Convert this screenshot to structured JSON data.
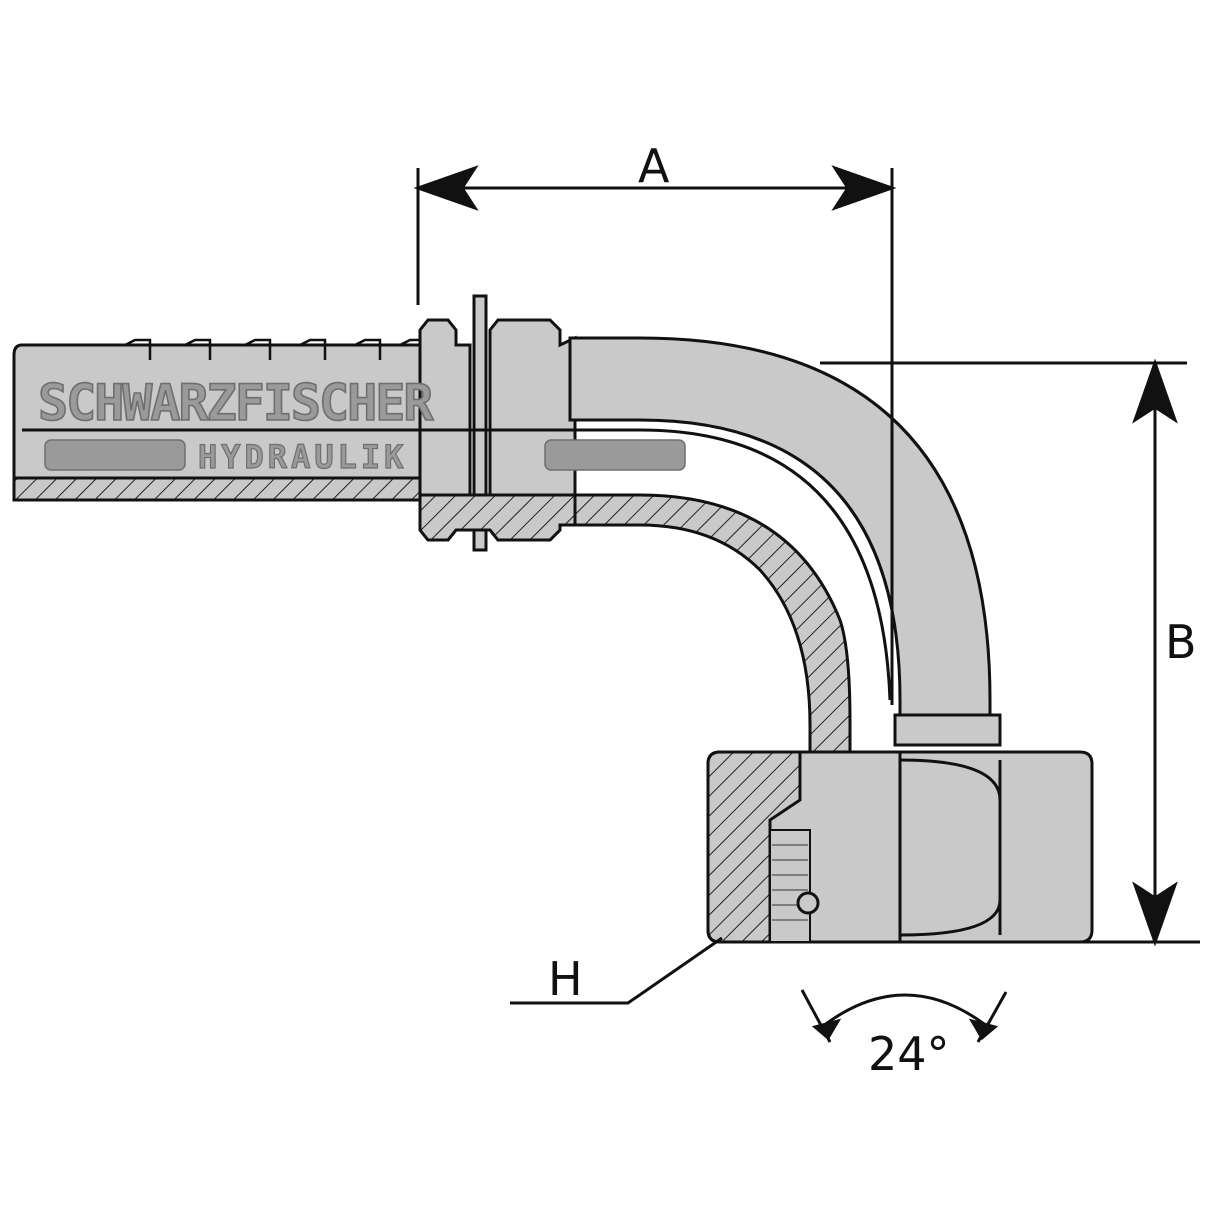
{
  "watermark": {
    "line1": "SCHWARZFISCHER",
    "line2": "HYDRAULIK"
  },
  "dimensions": {
    "a_label": "A",
    "b_label": "B",
    "h_label": "H",
    "angle_label": "24°"
  },
  "colors": {
    "body_fill": "#c9c9c9",
    "outline": "#111111",
    "hatch": "#222222",
    "watermark": "#9a9a9a",
    "background": "#ffffff"
  }
}
